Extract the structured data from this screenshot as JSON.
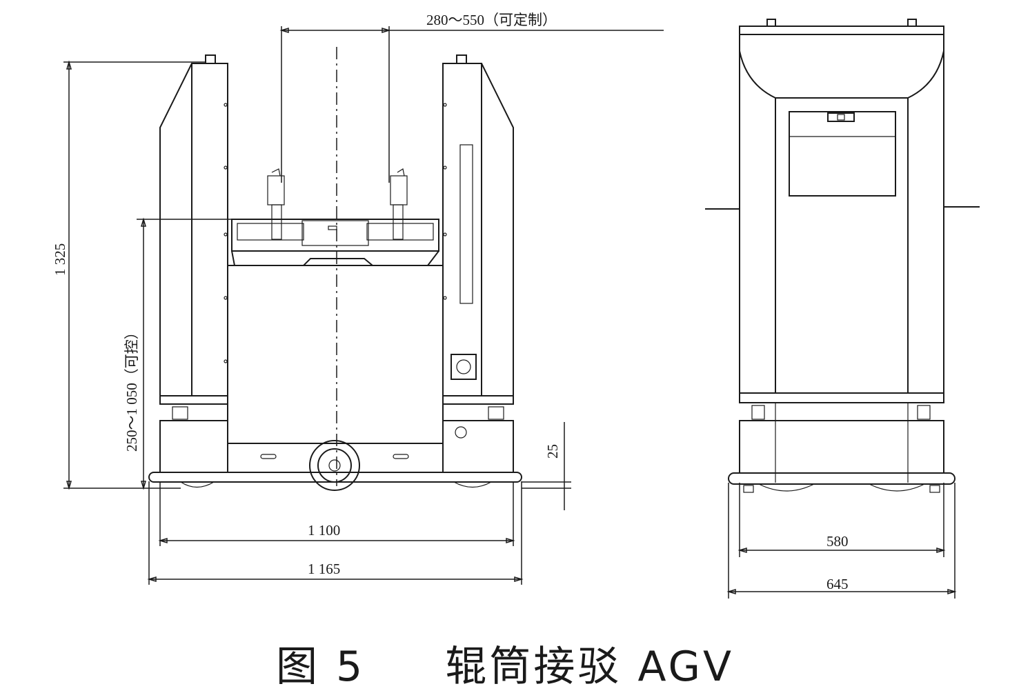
{
  "figure": {
    "caption_number": "图 5",
    "caption_title": "辊筒接驳 AGV"
  },
  "dimensions": {
    "roller_spacing": "280～550（可定制）",
    "total_height": "1 325",
    "lift_height": "250～1 050（可控）",
    "ground_clearance": "25",
    "inner_width_front": "1 100",
    "outer_width_front": "1 165",
    "inner_width_side": "580",
    "outer_width_side": "645"
  }
}
